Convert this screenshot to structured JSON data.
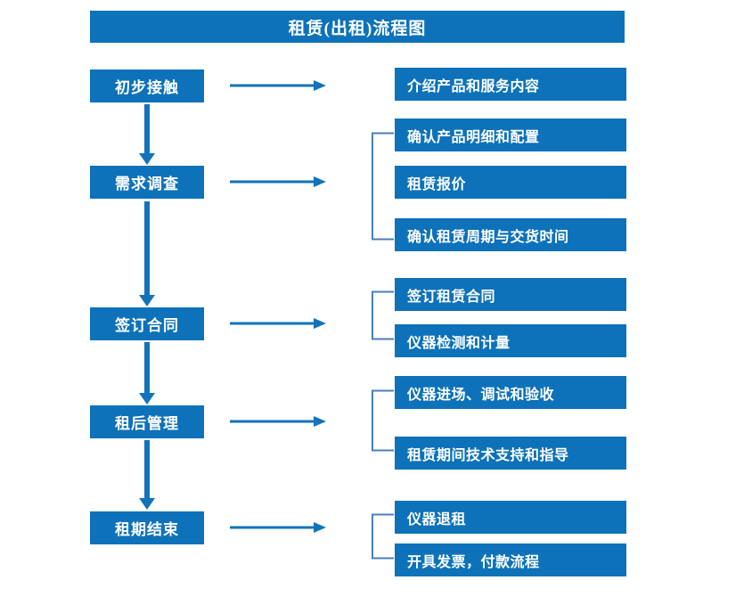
{
  "chart_data": {
    "type": "diagram",
    "title": "租赁(出租)流程图",
    "diagram_kind": "flowchart",
    "orientation": "vertical-stages-with-right-details",
    "colors": {
      "box_fill": "#0d72b9",
      "box_text": "#ffffff",
      "arrow": "#1273bb",
      "bracket": "#4a7ebb",
      "background": "#ffffff"
    },
    "stages": [
      {
        "id": "s1",
        "label": "初步接触",
        "details": [
          "介绍产品和服务内容"
        ]
      },
      {
        "id": "s2",
        "label": "需求调查",
        "details": [
          "确认产品明细和配置",
          "租赁报价",
          "确认租赁周期与交货时间"
        ]
      },
      {
        "id": "s3",
        "label": "签订合同",
        "details": [
          "签订租赁合同",
          "仪器检测和计量"
        ]
      },
      {
        "id": "s4",
        "label": "租后管理",
        "details": [
          "仪器进场、调试和验收",
          "租赁期间技术支持和指导"
        ]
      },
      {
        "id": "s5",
        "label": "租期结束",
        "details": [
          "仪器退租",
          "开具发票，付款流程"
        ]
      }
    ]
  },
  "header": {
    "title": "租赁(出租)流程图"
  },
  "stages": [
    {
      "label": "初步接触"
    },
    {
      "label": "需求调查"
    },
    {
      "label": "签订合同"
    },
    {
      "label": "租后管理"
    },
    {
      "label": "租期结束"
    }
  ],
  "details": [
    {
      "label": "介绍产品和服务内容"
    },
    {
      "label": "确认产品明细和配置"
    },
    {
      "label": "租赁报价"
    },
    {
      "label": "确认租赁周期与交货时间"
    },
    {
      "label": "签订租赁合同"
    },
    {
      "label": "仪器检测和计量"
    },
    {
      "label": "仪器进场、调试和验收"
    },
    {
      "label": "租赁期间技术支持和指导"
    },
    {
      "label": "仪器退租"
    },
    {
      "label": "开具发票，付款流程"
    }
  ]
}
